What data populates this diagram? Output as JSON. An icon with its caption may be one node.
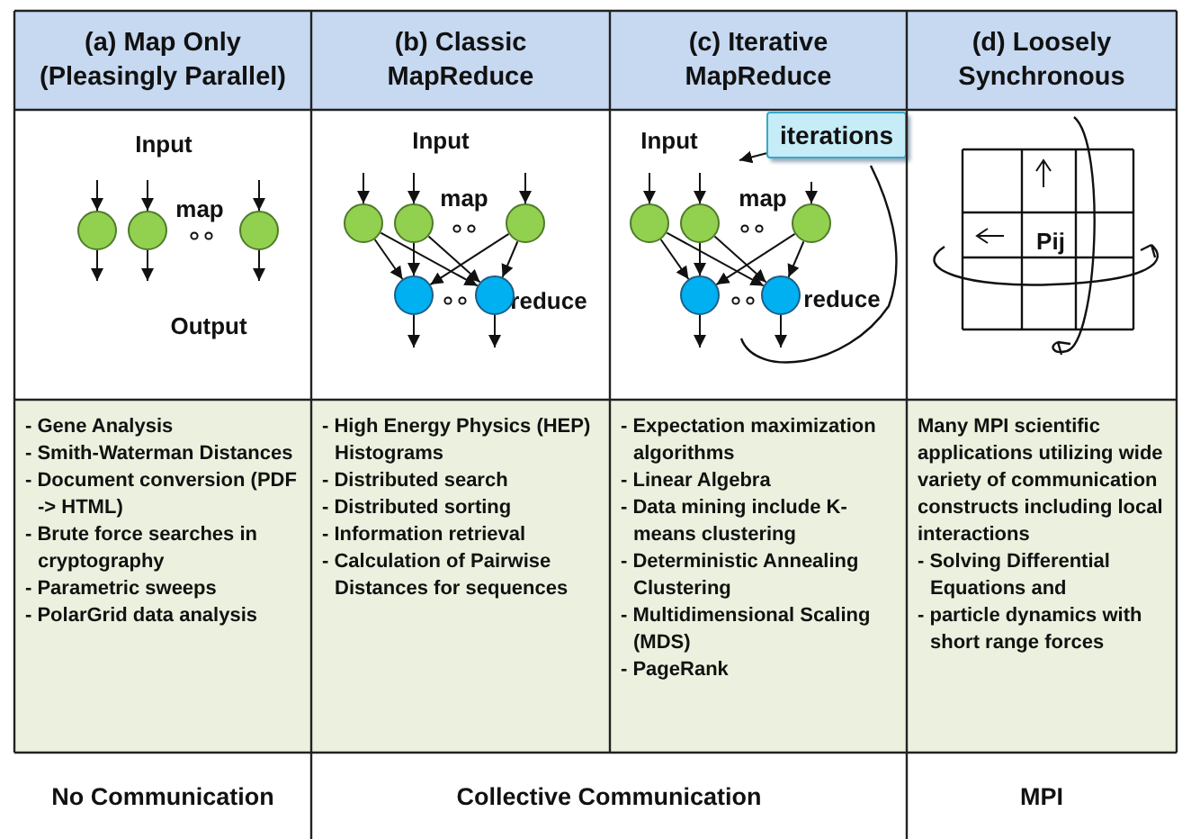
{
  "diagram": {
    "nodes": [
      {
        "text": [],
        "shape": "circle"
      },
      {
        "text": [],
        "shape": "circle"
      },
      {
        "text": [],
        "shape": "circle"
      },
      {
        "text": [],
        "shape": "circle"
      },
      {
        "text": [],
        "shape": "circle"
      },
      {
        "text": [],
        "shape": "circle"
      },
      {
        "text": [],
        "shape": "circle"
      },
      {
        "text": [],
        "shape": "circle"
      },
      {
        "text": [],
        "shape": "circle"
      },
      {
        "text": [],
        "shape": "circle"
      },
      {
        "text": [],
        "shape": "circle"
      },
      {
        "text": [],
        "shape": "circle"
      },
      {
        "text": [],
        "shape": "circle"
      },
      {
        "text": [
          "iterations"
        ]
      }
    ],
    "edges": [
      {
        "from": null,
        "to": 0,
        "arrow": "to"
      },
      {
        "from": null,
        "to": 1,
        "arrow": "to"
      },
      {
        "from": null,
        "to": 2,
        "arrow": "to"
      },
      {
        "from": 0,
        "to": null,
        "arrow": "to"
      },
      {
        "from": 1,
        "to": null,
        "arrow": "to"
      },
      {
        "from": 2,
        "to": null,
        "arrow": "to"
      },
      {
        "from": null,
        "to": 3,
        "arrow": "to"
      },
      {
        "from": null,
        "to": 4,
        "arrow": "to"
      },
      {
        "from": null,
        "to": 5,
        "arrow": "to"
      },
      {
        "from": 3,
        "to": 6,
        "arrow": "to"
      },
      {
        "from": 3,
        "to": 7,
        "arrow": "to"
      },
      {
        "from": 4,
        "to": 6,
        "arrow": "to"
      },
      {
        "from": 4,
        "to": 7,
        "arrow": "to"
      },
      {
        "from": 5,
        "to": 6,
        "arrow": "to"
      },
      {
        "from": 5,
        "to": 7,
        "arrow": "to"
      },
      {
        "from": 6,
        "to": null,
        "arrow": "to"
      },
      {
        "from": 7,
        "to": null,
        "arrow": "to"
      },
      {
        "from": null,
        "to": 8,
        "arrow": "to"
      },
      {
        "from": null,
        "to": 9,
        "arrow": "to"
      },
      {
        "from": null,
        "to": 10,
        "arrow": "to"
      },
      {
        "from": 8,
        "to": 11,
        "arrow": "to"
      },
      {
        "from": 8,
        "to": 12,
        "arrow": "to"
      },
      {
        "from": 9,
        "to": 11,
        "arrow": "to"
      },
      {
        "from": 9,
        "to": 12,
        "arrow": "to"
      },
      {
        "from": 10,
        "to": 11,
        "arrow": "to"
      },
      {
        "from": 10,
        "to": 12,
        "arrow": "to"
      },
      {
        "from": 11,
        "to": null,
        "arrow": "to"
      },
      {
        "from": 12,
        "to": null,
        "arrow": "to"
      },
      {
        "from": 13,
        "to": null,
        "arrow": "to"
      }
    ],
    "labels": [
      "(a) Map Only (Pleasingly Parallel)",
      "(b) Classic MapReduce",
      "(c) Iterative MapReduce",
      "(d) Loosely Synchronous",
      "Input",
      "map",
      "Output",
      "Input",
      "map",
      "reduce",
      "Input",
      "map",
      "reduce",
      "Pij",
      "- Gene Analysis",
      "- Smith-Waterman Distances",
      "- Document conversion (PDF -> HTML)",
      "- Brute force searches in cryptography",
      "- Parametric sweeps",
      "- PolarGrid data analysis",
      "- High Energy Physics (HEP) Histograms",
      "- Distributed search",
      "- Distributed sorting",
      "- Information retrieval",
      "- Calculation of Pairwise Distances for sequences",
      "- Expectation maximization algorithms",
      "- Linear Algebra",
      "- Data mining include K-means clustering",
      "- Deterministic Annealing  Clustering",
      "- Multidimensional Scaling (MDS)",
      "- PageRank",
      "Many MPI scientific applications utilizing wide variety of communication constructs including local interactions",
      "- Solving Differential Equations and",
      "- particle dynamics with short range forces",
      "No Communication",
      "Collective Communication",
      "MPI"
    ]
  }
}
